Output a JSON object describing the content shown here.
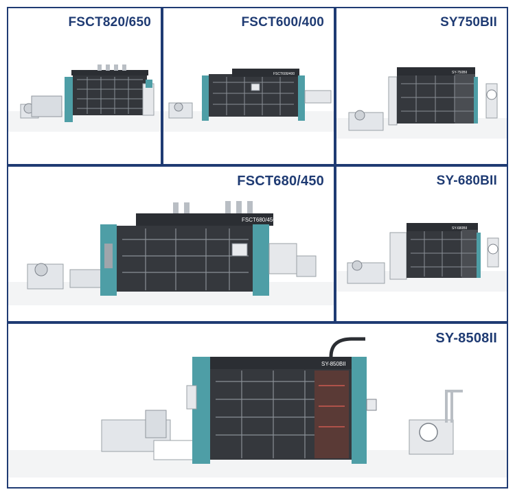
{
  "models": [
    {
      "id": "m1",
      "name": "FSCT820/650",
      "panel_label": ""
    },
    {
      "id": "m2",
      "name": "FSCT600/400",
      "panel_label": "FSCT600/400"
    },
    {
      "id": "m3",
      "name": "SY750BII",
      "panel_label": "SY-750BII"
    },
    {
      "id": "m4",
      "name": "FSCT680/450",
      "panel_label": "FSCT680/450"
    },
    {
      "id": "m5",
      "name": "SY-680BII",
      "panel_label": "SY-680BII"
    },
    {
      "id": "m6",
      "name": "SY-8508II",
      "panel_label": "SY-850BII"
    }
  ],
  "colors": {
    "border": "#1f3b73",
    "title": "#1f3b73",
    "teal": "#4e9ea6",
    "dark": "#3a3d42",
    "steel": "#c8ccd1",
    "frame": "#2b2e33"
  }
}
